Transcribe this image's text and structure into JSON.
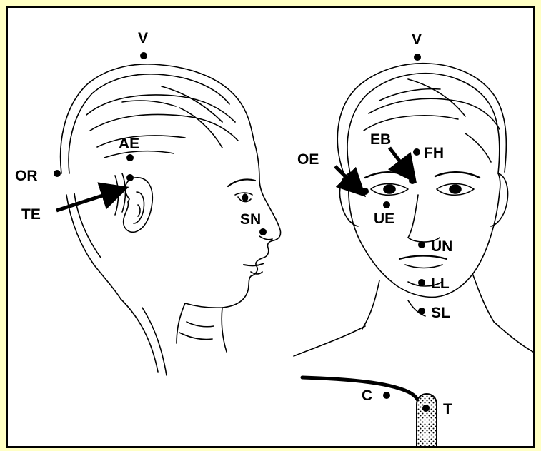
{
  "colors": {
    "background": "#ffffc4",
    "panel": "#ffffff",
    "ink": "#000000"
  },
  "labels": {
    "side_v": "V",
    "ae": "AE",
    "or": "OR",
    "te": "TE",
    "sn": "SN",
    "front_v": "V",
    "eb": "EB",
    "fh": "FH",
    "oe": "OE",
    "ue": "UE",
    "un": "UN",
    "ll": "LL",
    "sl": "SL",
    "c": "C",
    "t": "T"
  }
}
